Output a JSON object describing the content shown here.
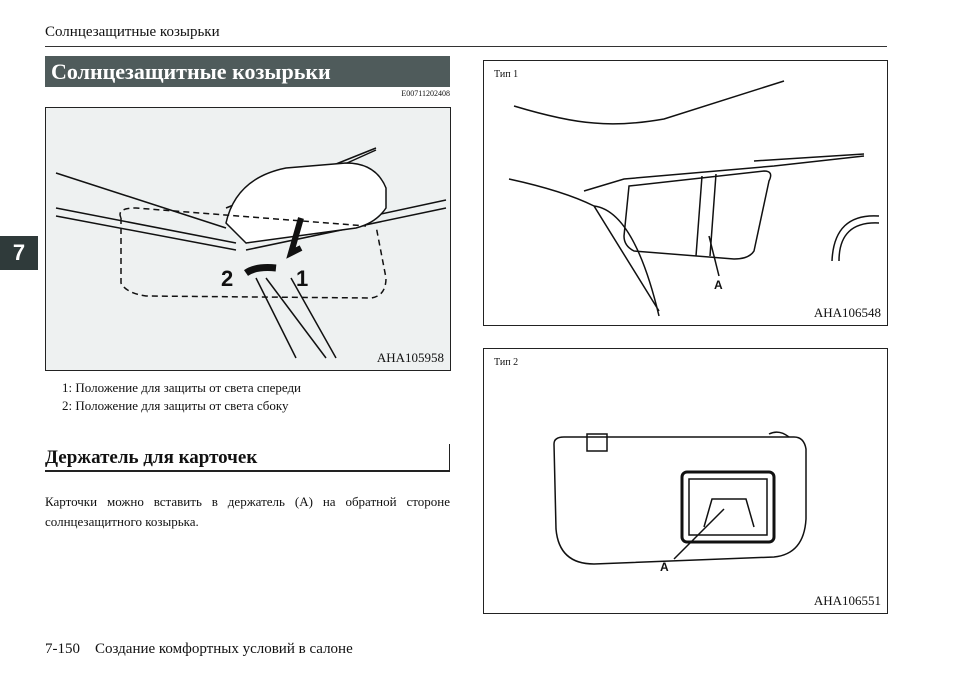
{
  "header": {
    "running_title": "Солнцезащитные козырьки",
    "chapter_tab": "7"
  },
  "section1": {
    "title": "Солнцезащитные козырьки",
    "code": "E00711202408",
    "figure": {
      "label": "AHA105958",
      "callouts": [
        "1",
        "2"
      ]
    },
    "legend": [
      "1:  Положение для защиты от света спереди",
      "2:  Положение для защиты от света сбоку"
    ]
  },
  "section2": {
    "title": "Держатель для карточек",
    "text": "Карточки можно вставить в держатель (A) на обратной стороне солнцезащитного козырька."
  },
  "figure_type1": {
    "type_label": "Тип 1",
    "label": "AHA106548",
    "callout": "A"
  },
  "figure_type2": {
    "type_label": "Тип 2",
    "label": "AHA106551",
    "callout": "A"
  },
  "footer": {
    "page_number": "7-150",
    "chapter_title": "Создание комфортных условий в салоне"
  }
}
